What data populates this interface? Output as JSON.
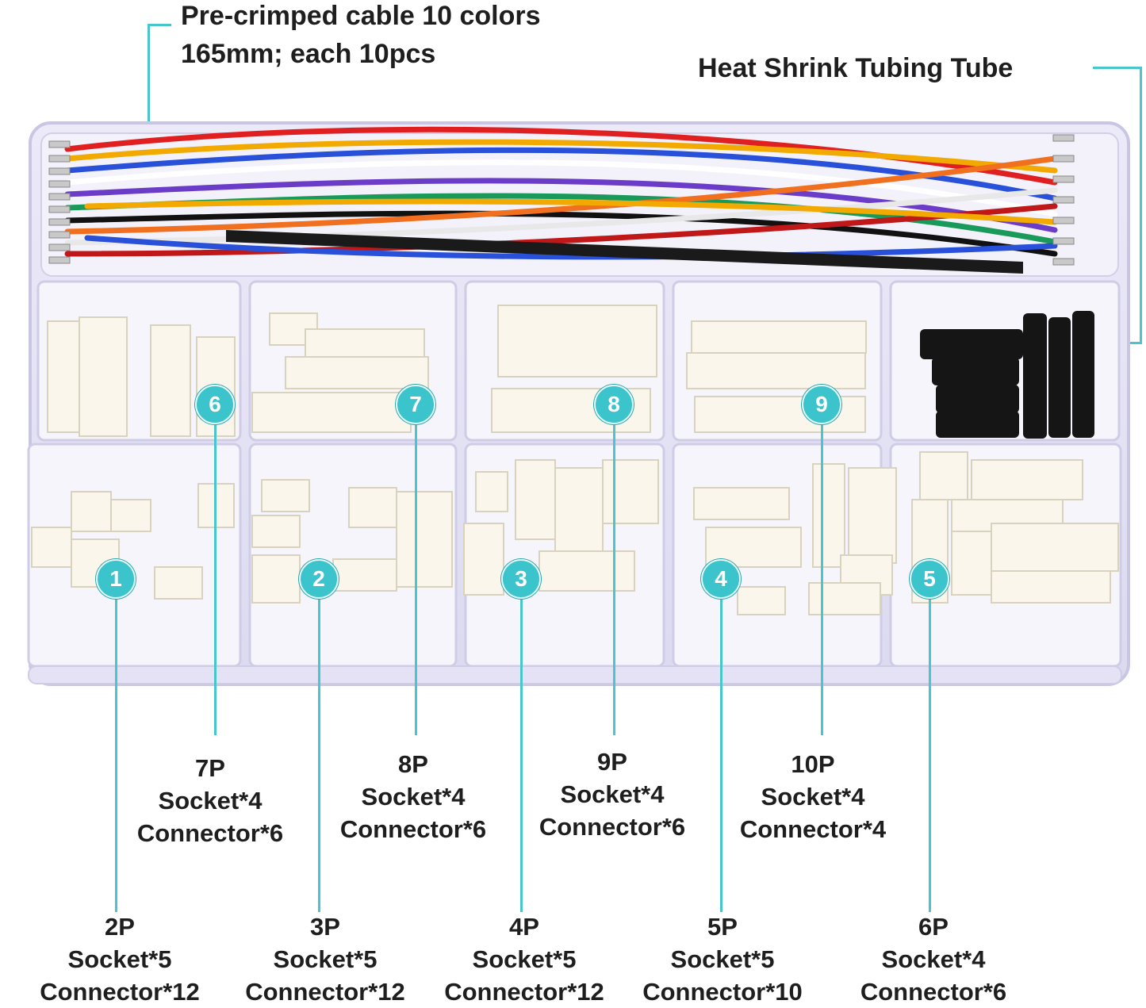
{
  "callouts": {
    "cable_line1": "Pre-crimped cable 10 colors",
    "cable_line2": "165mm; each 10pcs",
    "heat_shrink": "Heat Shrink Tubing Tube"
  },
  "compartments": [
    {
      "badge": "1",
      "pins": "2P",
      "socket": "Socket*5",
      "connector": "Connector*12"
    },
    {
      "badge": "2",
      "pins": "3P",
      "socket": "Socket*5",
      "connector": "Connector*12"
    },
    {
      "badge": "3",
      "pins": "4P",
      "socket": "Socket*5",
      "connector": "Connector*12"
    },
    {
      "badge": "4",
      "pins": "5P",
      "socket": "Socket*5",
      "connector": "Connector*10"
    },
    {
      "badge": "5",
      "pins": "6P",
      "socket": "Socket*4",
      "connector": "Connector*6"
    },
    {
      "badge": "6",
      "pins": "7P",
      "socket": "Socket*4",
      "connector": "Connector*6"
    },
    {
      "badge": "7",
      "pins": "8P",
      "socket": "Socket*4",
      "connector": "Connector*6"
    },
    {
      "badge": "8",
      "pins": "9P",
      "socket": "Socket*4",
      "connector": "Connector*6"
    },
    {
      "badge": "9",
      "pins": "10P",
      "socket": "Socket*4",
      "connector": "Connector*4"
    }
  ],
  "colors": {
    "accent": "#49c5cc",
    "wires": [
      "#e02020",
      "#f2a900",
      "#2850d8",
      "#ffffff",
      "#6a3cc8",
      "#1a9a5a",
      "#111111",
      "#f07020",
      "#e8e8e8",
      "#c01818"
    ]
  }
}
